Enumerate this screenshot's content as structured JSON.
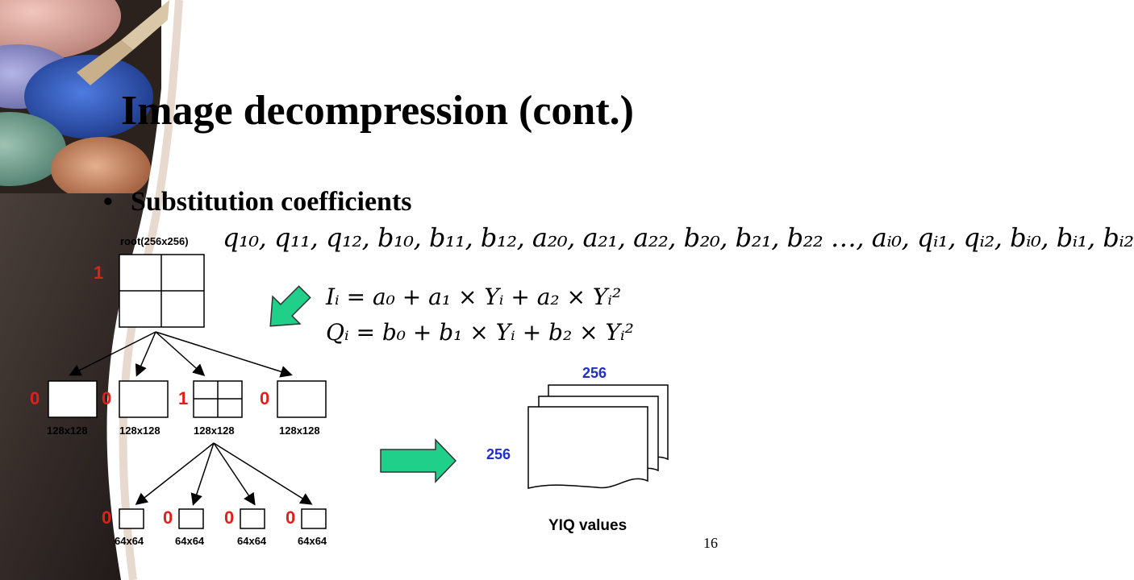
{
  "slide": {
    "title": "Image decompression (cont.)",
    "bullet": "Substitution coefficients",
    "page_number": "16"
  },
  "tree": {
    "root_label": "root(256x256)",
    "root_flag": "1",
    "level1": [
      {
        "flag": "0",
        "size": "128x128"
      },
      {
        "flag": "0",
        "size": "128x128"
      },
      {
        "flag": "1",
        "size": "128x128"
      },
      {
        "flag": "0",
        "size": "128x128"
      }
    ],
    "level2": [
      {
        "flag": "0",
        "size": "64x64"
      },
      {
        "flag": "0",
        "size": "64x64"
      },
      {
        "flag": "0",
        "size": "64x64"
      },
      {
        "flag": "0",
        "size": "64x64"
      }
    ]
  },
  "equations": {
    "coefficients": "q₁₀, q₁₁, q₁₂, b₁₀, b₁₁, b₁₂, a₂₀, a₂₁, a₂₂, b₂₀, b₂₁, b₂₂ …, aᵢ₀, qᵢ₁, qᵢ₂, bᵢ₀, bᵢ₁, bᵢ₂",
    "eq_I": "Iᵢ = a₀ + a₁ × Yᵢ + a₂ × Yᵢ²",
    "eq_Q": "Qᵢ = b₀ + b₁ × Yᵢ + b₂ × Yᵢ²"
  },
  "output": {
    "width_label": "256",
    "height_label": "256",
    "caption": "YIQ values"
  },
  "colors": {
    "flag_red": "#e0201a",
    "dimension_blue": "#1f2fc8",
    "arrow_green": "#1fcf8a"
  }
}
